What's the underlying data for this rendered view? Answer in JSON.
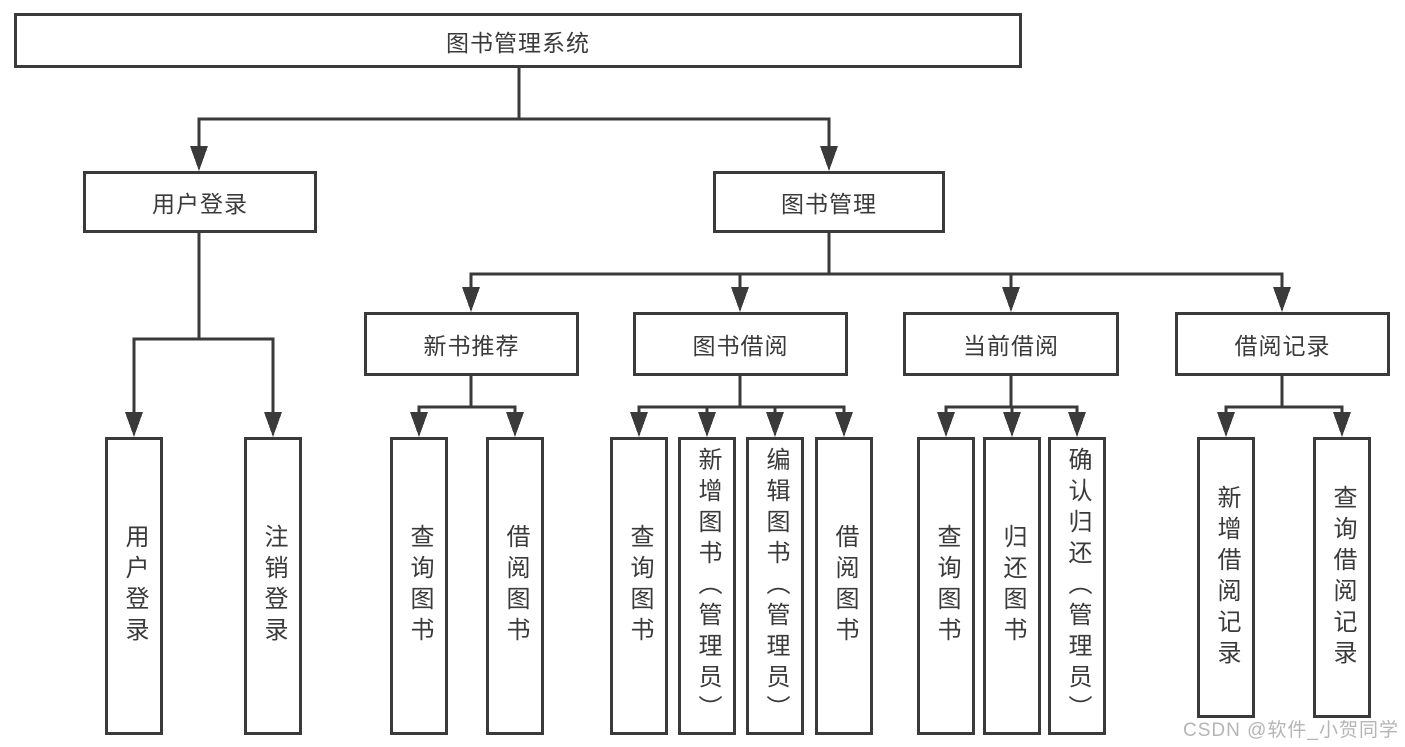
{
  "diagram": {
    "root": {
      "label": "图书管理系统"
    },
    "branches": [
      {
        "label": "用户登录",
        "children": [
          {
            "label": "用户登录"
          },
          {
            "label": "注销登录"
          }
        ]
      },
      {
        "label": "图书管理",
        "children": [
          {
            "label": "新书推荐",
            "children": [
              {
                "label": "查询图书"
              },
              {
                "label": "借阅图书"
              }
            ]
          },
          {
            "label": "图书借阅",
            "children": [
              {
                "label": "查询图书"
              },
              {
                "label": "新增图书（管理员）"
              },
              {
                "label": "编辑图书（管理员）"
              },
              {
                "label": "借阅图书"
              }
            ]
          },
          {
            "label": "当前借阅",
            "children": [
              {
                "label": "查询图书"
              },
              {
                "label": "归还图书"
              },
              {
                "label": "确认归还（管理员）"
              }
            ]
          },
          {
            "label": "借阅记录",
            "children": [
              {
                "label": "新增借阅记录"
              },
              {
                "label": "查询借阅记录"
              }
            ]
          }
        ]
      }
    ]
  },
  "watermark": {
    "text": "CSDN @软件_小贺同学"
  },
  "colors": {
    "line": "#3a3a3a",
    "box_border": "#3a3a3a",
    "text": "#3a3a3a",
    "watermark": "#b5b5b5",
    "background": "#ffffff"
  }
}
